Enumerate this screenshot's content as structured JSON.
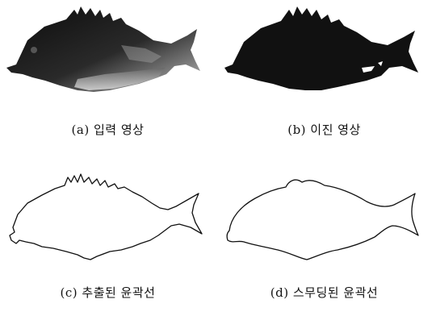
{
  "panels": [
    {
      "id": "a",
      "caption": "(a) 입력 영상"
    },
    {
      "id": "b",
      "caption": "(b) 이진 영상"
    },
    {
      "id": "c",
      "caption": "(c) 추출된 윤곽선"
    },
    {
      "id": "d",
      "caption": "(d) 스무딩된 윤곽선"
    }
  ],
  "colors": {
    "fill": "#111111",
    "stroke": "#111111",
    "background": "#ffffff"
  }
}
